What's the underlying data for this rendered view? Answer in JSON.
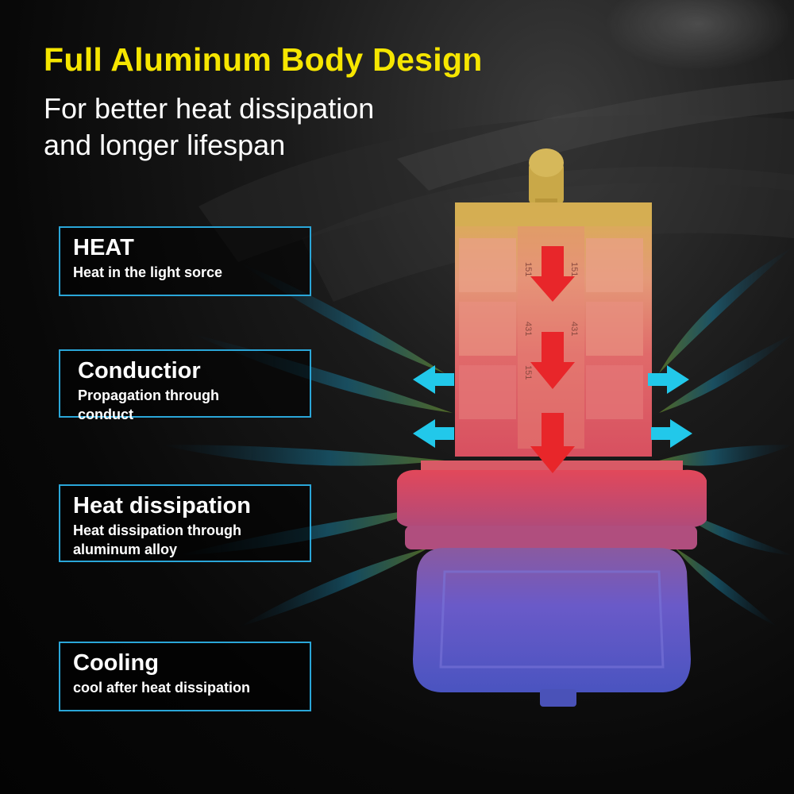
{
  "headline": "Full Aluminum Body Design",
  "subline": [
    "For better heat dissipation",
    "and longer lifespan"
  ],
  "boxes": [
    {
      "title": "HEAT",
      "desc": [
        "Heat in the light sorce"
      ]
    },
    {
      "title": "Conductior",
      "desc": [
        "Propagation through",
        "conduct"
      ]
    },
    {
      "title": "Heat dissipation",
      "desc": [
        "Heat dissipation through",
        "aluminum alloy"
      ]
    },
    {
      "title": "Cooling",
      "desc": [
        "cool after heat dissipation"
      ]
    }
  ],
  "chip_labels": [
    "151",
    "431",
    "151",
    "431",
    "151"
  ],
  "icons": [
    "heat-flow-arrow-icon",
    "dissipation-arrow-icon"
  ],
  "colors": {
    "headline": "#f6e600",
    "box_border": "#2aa6d8",
    "heat_arrow": "#e8262a",
    "dissipation_arrow": "#22c8ea",
    "bulb_top": "#d8b04a",
    "bulb_mid": "#e05060",
    "bulb_base": "#5a58c8"
  }
}
